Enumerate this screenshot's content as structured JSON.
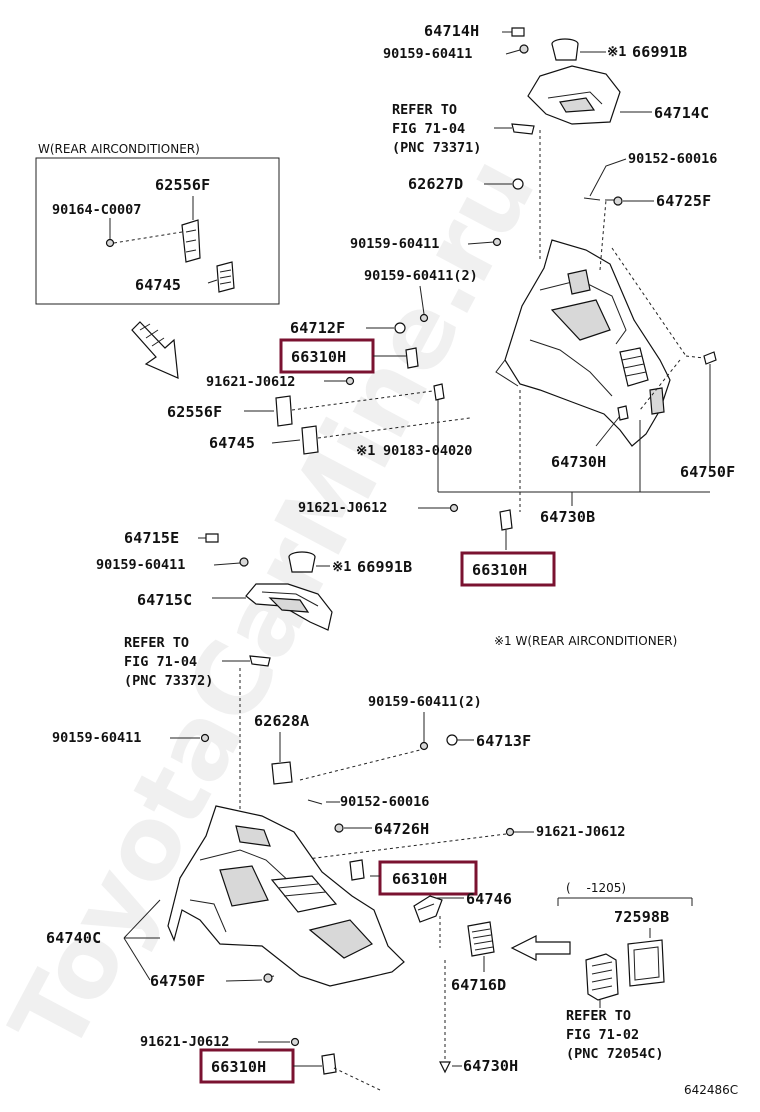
{
  "labels": {
    "p64714h": "64714H",
    "p90159_top": "90159-60411",
    "p66991b_top": "66991B",
    "p64714c": "64714C",
    "refer1_l1": "REFER TO",
    "refer1_l2": "FIG 71-04",
    "refer1_l3": "(PNC 73371)",
    "p90152_top": "90152-60016",
    "p62627d": "62627D",
    "p64725f": "64725F",
    "p90159_a": "90159-60411",
    "p90159_b": "90159-60411(2)",
    "p64712f": "64712F",
    "p66310h_1": "66310H",
    "p91621_a": "91621-J0612",
    "p62556f": "62556F",
    "p64745": "64745",
    "p90183": "90183-04020",
    "p64730h_a": "64730H",
    "p64750f_a": "64750F",
    "p91621_b": "91621-J0612",
    "p64730b": "64730B",
    "p66310h_2": "66310H",
    "p64715e": "64715E",
    "p90159_c": "90159-60411",
    "p66991b_b": "66991B",
    "p64715c": "64715C",
    "note1": "※1 W(REAR AIRCONDITIONER)",
    "refer2_l1": "REFER TO",
    "refer2_l2": "FIG 71-04",
    "refer2_l3": "(PNC 73372)",
    "p90159_d": "90159-60411(2)",
    "p62628a": "62628A",
    "p90159_e": "90159-60411",
    "p64713f": "64713F",
    "p90152_b": "90152-60016",
    "p64726h": "64726H",
    "p91621_c": "91621-J0612",
    "p66310h_3": "66310H",
    "p64746": "64746",
    "p64740c": "64740C",
    "p72598b": "72598B",
    "range": "(　 -1205)",
    "p64750f_b": "64750F",
    "p64716d": "64716D",
    "refer3_l1": "REFER TO",
    "refer3_l2": "FIG 71-02",
    "refer3_l3": "(PNC 72054C)",
    "p91621_d": "91621-J0612",
    "p66310h_4": "66310H",
    "p64730h_b": "64730H",
    "diagram_id": "642486C",
    "mark1": "※1",
    "mark2": "※1",
    "mark3": "※1"
  },
  "inset": {
    "title": "W(REAR AIRCONDITIONER)",
    "p62556f": "62556F",
    "p90164": "90164-C0007",
    "p64745": "64745"
  },
  "watermark": "ToyotaCarMine.ru",
  "colors": {
    "highlight": "#7a1230",
    "line": "#222222"
  }
}
